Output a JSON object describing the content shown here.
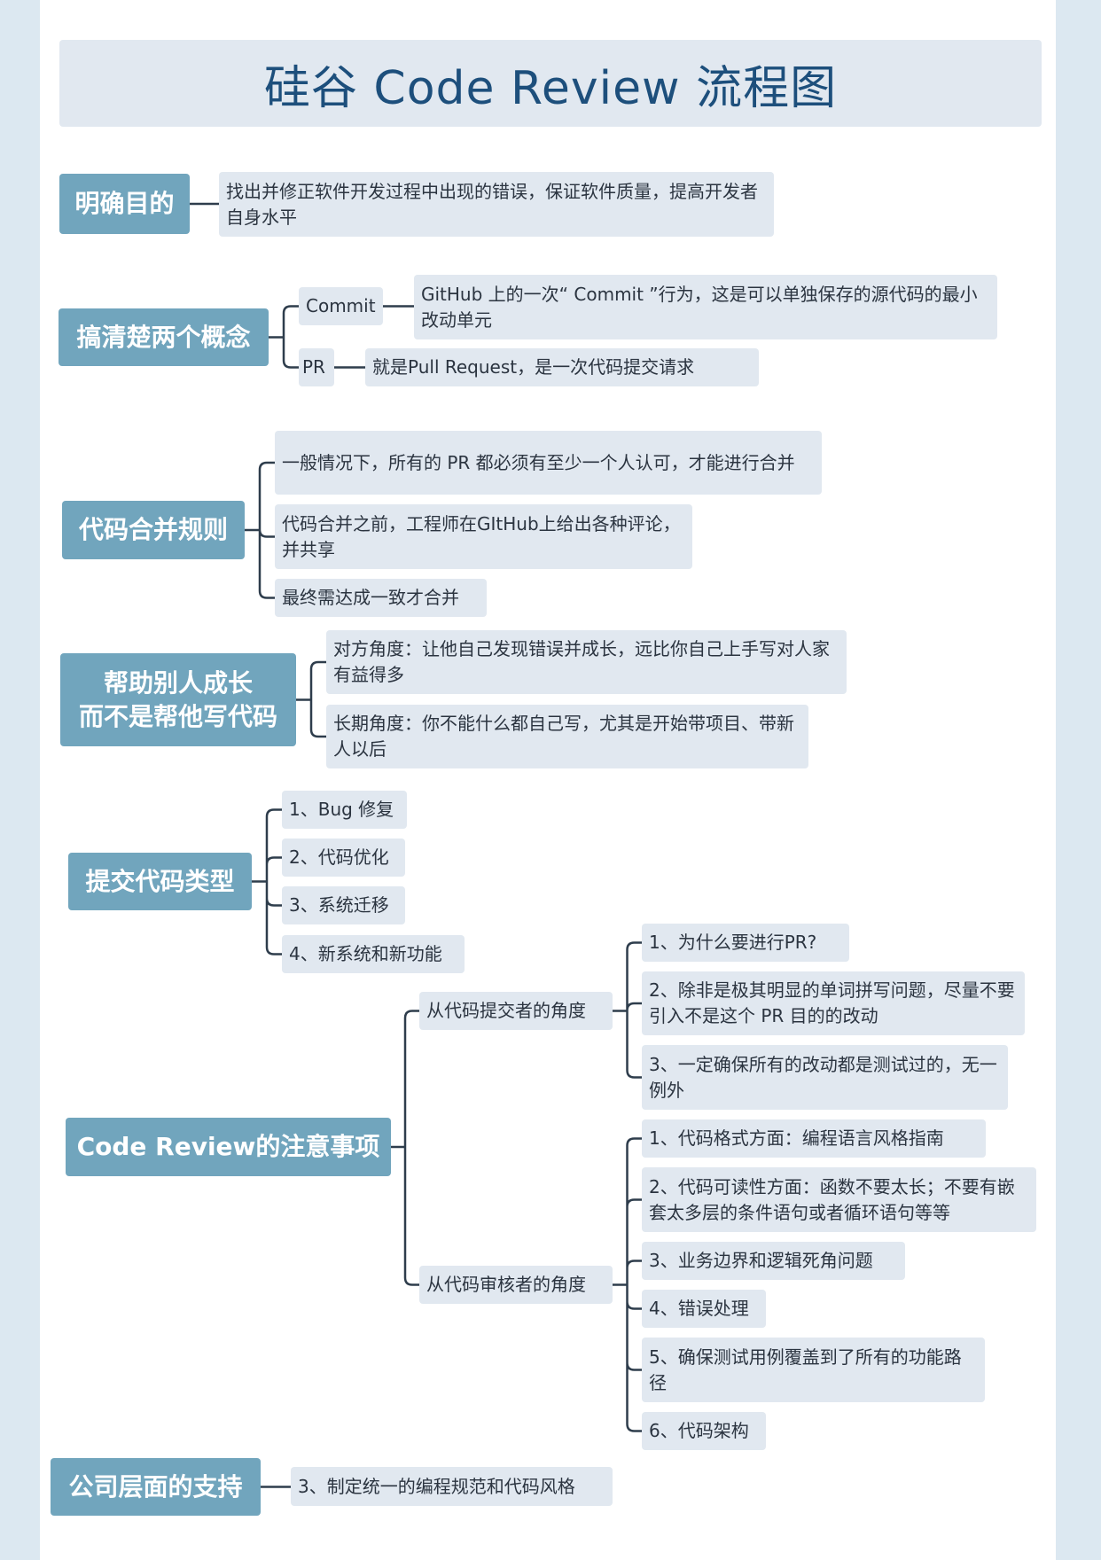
{
  "title": "硅谷 Code Review 流程图",
  "sections": {
    "purpose": {
      "label": "明确目的",
      "items": [
        "找出并修正软件开发过程中出现的错误，保证软件质量，提高开发者自身水平"
      ]
    },
    "concepts": {
      "label": "搞清楚两个概念",
      "commit": "Commit",
      "commit_desc": "GitHub 上的一次“ Commit ”行为，这是可以单独保存的源代码的最小改动单元",
      "pr": "PR",
      "pr_desc": "就是Pull Request，是一次代码提交请求"
    },
    "merge": {
      "label": "代码合并规则",
      "items": [
        "一般情况下，所有的 PR 都必须有至少一个人认可，才能进行合并",
        "代码合并之前，工程师在GItHub上给出各种评论，并共享",
        "最终需达成一致才合并"
      ]
    },
    "help": {
      "label_line1": "帮助别人成长",
      "label_line2": "而不是帮他写代码",
      "items": [
        "对方角度：让他自己发现错误并成长，远比你自己上手写对人家有益得多",
        "长期角度：你不能什么都自己写，尤其是开始带项目、带新人以后"
      ]
    },
    "types": {
      "label": "提交代码类型",
      "items": [
        "1、Bug 修复",
        "2、代码优化",
        "3、系统迁移",
        "4、新系统和新功能"
      ]
    },
    "notes": {
      "label": "Code Review的注意事项",
      "submitter": {
        "label": "从代码提交者的角度",
        "items": [
          "1、为什么要进行PR?",
          "2、除非是极其明显的单词拼写问题，尽量不要引入不是这个 PR 目的的改动",
          "3、一定确保所有的改动都是测试过的，无一例外"
        ]
      },
      "reviewer": {
        "label": "从代码审核者的角度",
        "items": [
          "1、代码格式方面：编程语言风格指南",
          "2、代码可读性方面：函数不要太长；不要有嵌套太多层的条件语句或者循环语句等等",
          "3、业务边界和逻辑死角问题",
          "4、错误处理",
          "5、确保测试用例覆盖到了所有的功能路径",
          "6、代码架构"
        ]
      }
    },
    "company": {
      "label": "公司层面的支持",
      "items": [
        "3、制定统一的编程规范和代码风格"
      ]
    }
  }
}
